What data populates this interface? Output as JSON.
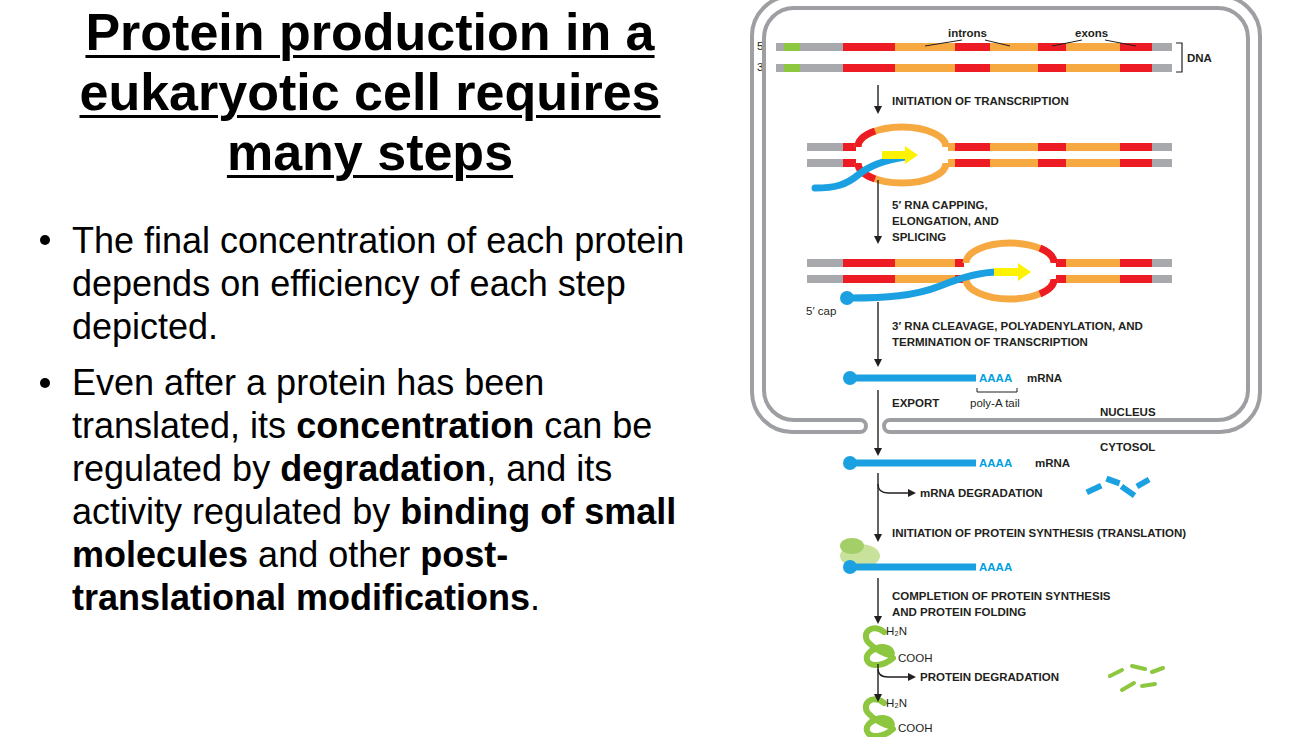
{
  "diagram": {
    "title": "Protein production in a eukaryotic cell requires many steps",
    "nodes": [
      {
        "text": [
          "NUCLEUS"
        ]
      }
    ],
    "labels": [
      "The final concentration of each protein depends on efficiency of each step depicted.",
      "Even after a protein has been translated, its",
      "concentration",
      "can be regulated by",
      "degradation",
      ", and its activity regulated by",
      "binding of small molecules",
      "and other",
      "post-translational modifications",
      ".",
      "introns",
      "exons",
      "5′",
      "3′",
      "DNA",
      "INITIATION OF TRANSCRIPTION",
      "5′ RNA CAPPING, ELONGATION, AND SPLICING",
      "5′ cap",
      "3′ RNA CLEAVAGE, POLYADENYLATION, AND TERMINATION OF TRANSCRIPTION",
      "AAAA",
      "mRNA",
      "poly-A tail",
      "EXPORT",
      "CYTOSOL",
      "AAAA",
      "mRNA",
      "mRNA DEGRADATION",
      "INITIATION OF PROTEIN SYNTHESIS (TRANSLATION)",
      "AAAA",
      "COMPLETION OF PROTEIN SYNTHESIS AND PROTEIN FOLDING",
      "H₂N",
      "COOH",
      "PROTEIN DEGRADATION",
      "H₂N",
      "COOH"
    ]
  }
}
